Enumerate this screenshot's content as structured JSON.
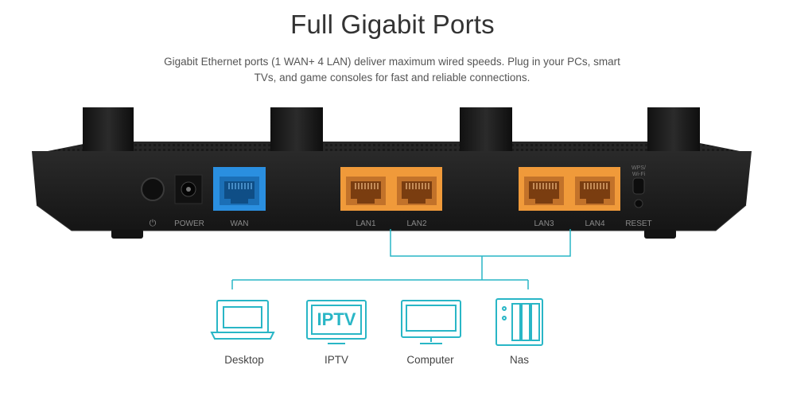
{
  "header": {
    "title": "Full Gigabit Ports",
    "subtitle_line1": "Gigabit Ethernet ports (1 WAN+ 4 LAN) deliver maximum wired speeds. Plug in your PCs, smart",
    "subtitle_line2": "TVs, and game consoles for fast and reliable connections."
  },
  "router": {
    "labels": {
      "power_symbol": "⏻",
      "power": "POWER",
      "wan": "WAN",
      "lan1": "LAN1",
      "lan2": "LAN2",
      "lan3": "LAN3",
      "lan4": "LAN4",
      "reset": "RESET",
      "wps": "WPS/",
      "wifi": "Wi-Fi"
    },
    "colors": {
      "body": "#1f1f1f",
      "wan_port": "#2a8fe0",
      "lan_port": "#f09a3a",
      "connector": "#29b6c6"
    }
  },
  "devices": {
    "iptv_icon_text": "IPTV",
    "items": [
      {
        "label": "Desktop",
        "icon": "laptop-icon"
      },
      {
        "label": "IPTV",
        "icon": "tv-icon"
      },
      {
        "label": "Computer",
        "icon": "monitor-icon"
      },
      {
        "label": "Nas",
        "icon": "nas-icon"
      }
    ]
  }
}
